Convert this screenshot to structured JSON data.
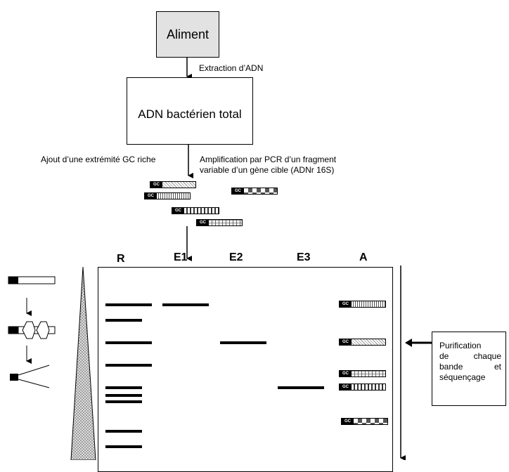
{
  "aliment": "Aliment",
  "extraction": "Extraction d’ADN",
  "adn_total": "ADN bactérien total",
  "ajout": "Ajout d’une extrémité GC riche",
  "amplification_line1": "Amplification par PCR d’un fragment",
  "amplification_line2": "variable d’un gène cible (ADNr 16S)",
  "gc_label": "GC",
  "lanes": [
    "R",
    "E1",
    "E2",
    "E3",
    "A"
  ],
  "purification": {
    "line1": "Purification",
    "line2": [
      "de",
      "chaque"
    ],
    "line3": [
      "bande",
      "et"
    ],
    "line4": "séquençage"
  },
  "colors": {
    "aliment_fill": "#e2e2e2",
    "gradient_fill": "#bbbbbb"
  }
}
